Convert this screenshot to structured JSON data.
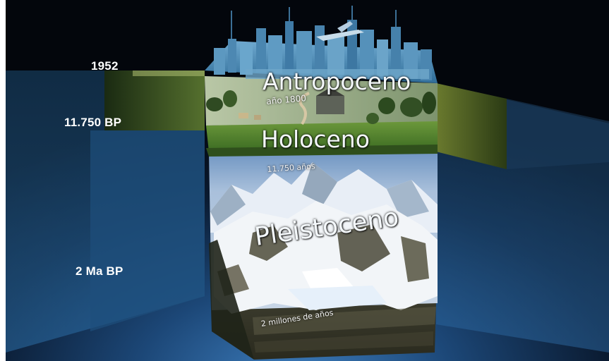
{
  "timeline": {
    "marker_1952": "1952",
    "marker_holocene_start": "11.750 BP",
    "marker_pleistocene_start": "2 Ma BP"
  },
  "block": {
    "anthropocene": {
      "name": "Antropoceno",
      "subtitle": "año 1800"
    },
    "holocene": {
      "name": "Holoceno",
      "subtitle": "11.750 años"
    },
    "pleistocene": {
      "name": "Pleistoceno",
      "subtitle": "2 millones de años"
    }
  },
  "colors": {
    "background": "#050a12",
    "glow_blue": "#2f6fb0",
    "anthropocene_layer": "#8fa885",
    "holocene_layer": "#3f7a2a",
    "pleistocene_ice": "#dfe9f2",
    "rock": "#3b3a2c",
    "city": "#4f8fb5"
  }
}
